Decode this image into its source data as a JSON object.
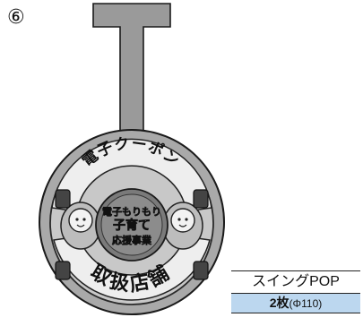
{
  "item_number": "⑥",
  "pop": {
    "top_text": "電子クーポン",
    "center_text_line1": "電子もりもり",
    "center_text_line2": "子育て",
    "center_text_line3": "応援事業",
    "bottom_text": "取扱店舗",
    "colors": {
      "stick": "#9a9a9a",
      "disc": "#a9a9a9",
      "banner": "#e6e6e6",
      "outline": "#1a1a1a"
    }
  },
  "caption": {
    "title": "スイングPOP",
    "quantity": "2枚",
    "size": "(Φ110)",
    "spec_bg": "#bcd7ef"
  }
}
